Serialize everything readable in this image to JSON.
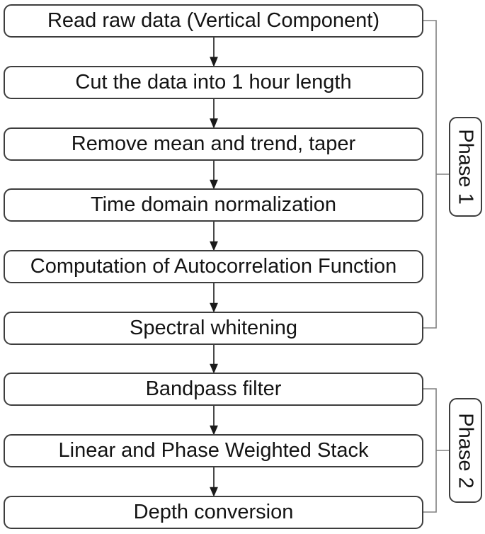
{
  "flow": {
    "steps": [
      {
        "label": "Read raw data (Vertical Component)"
      },
      {
        "label": "Cut the data into 1 hour length"
      },
      {
        "label": "Remove mean and trend, taper"
      },
      {
        "label": "Time domain normalization"
      },
      {
        "label": "Computation of Autocorrelation Function"
      },
      {
        "label": "Spectral whitening"
      },
      {
        "label": "Bandpass filter"
      },
      {
        "label": "Linear and Phase Weighted Stack"
      },
      {
        "label": "Depth conversion"
      }
    ],
    "connections": "sequential-top-to-bottom-arrows"
  },
  "phases": [
    {
      "label": "Phase 1",
      "first_step_index": 0,
      "last_step_index": 5
    },
    {
      "label": "Phase 2",
      "first_step_index": 6,
      "last_step_index": 8
    }
  ],
  "colors": {
    "background": "#ffffff",
    "box_fill": "#ffffff",
    "box_border": "#3d3d3d",
    "text": "#141414",
    "arrow": "#1a1a1a",
    "bracket_line": "#808080"
  }
}
